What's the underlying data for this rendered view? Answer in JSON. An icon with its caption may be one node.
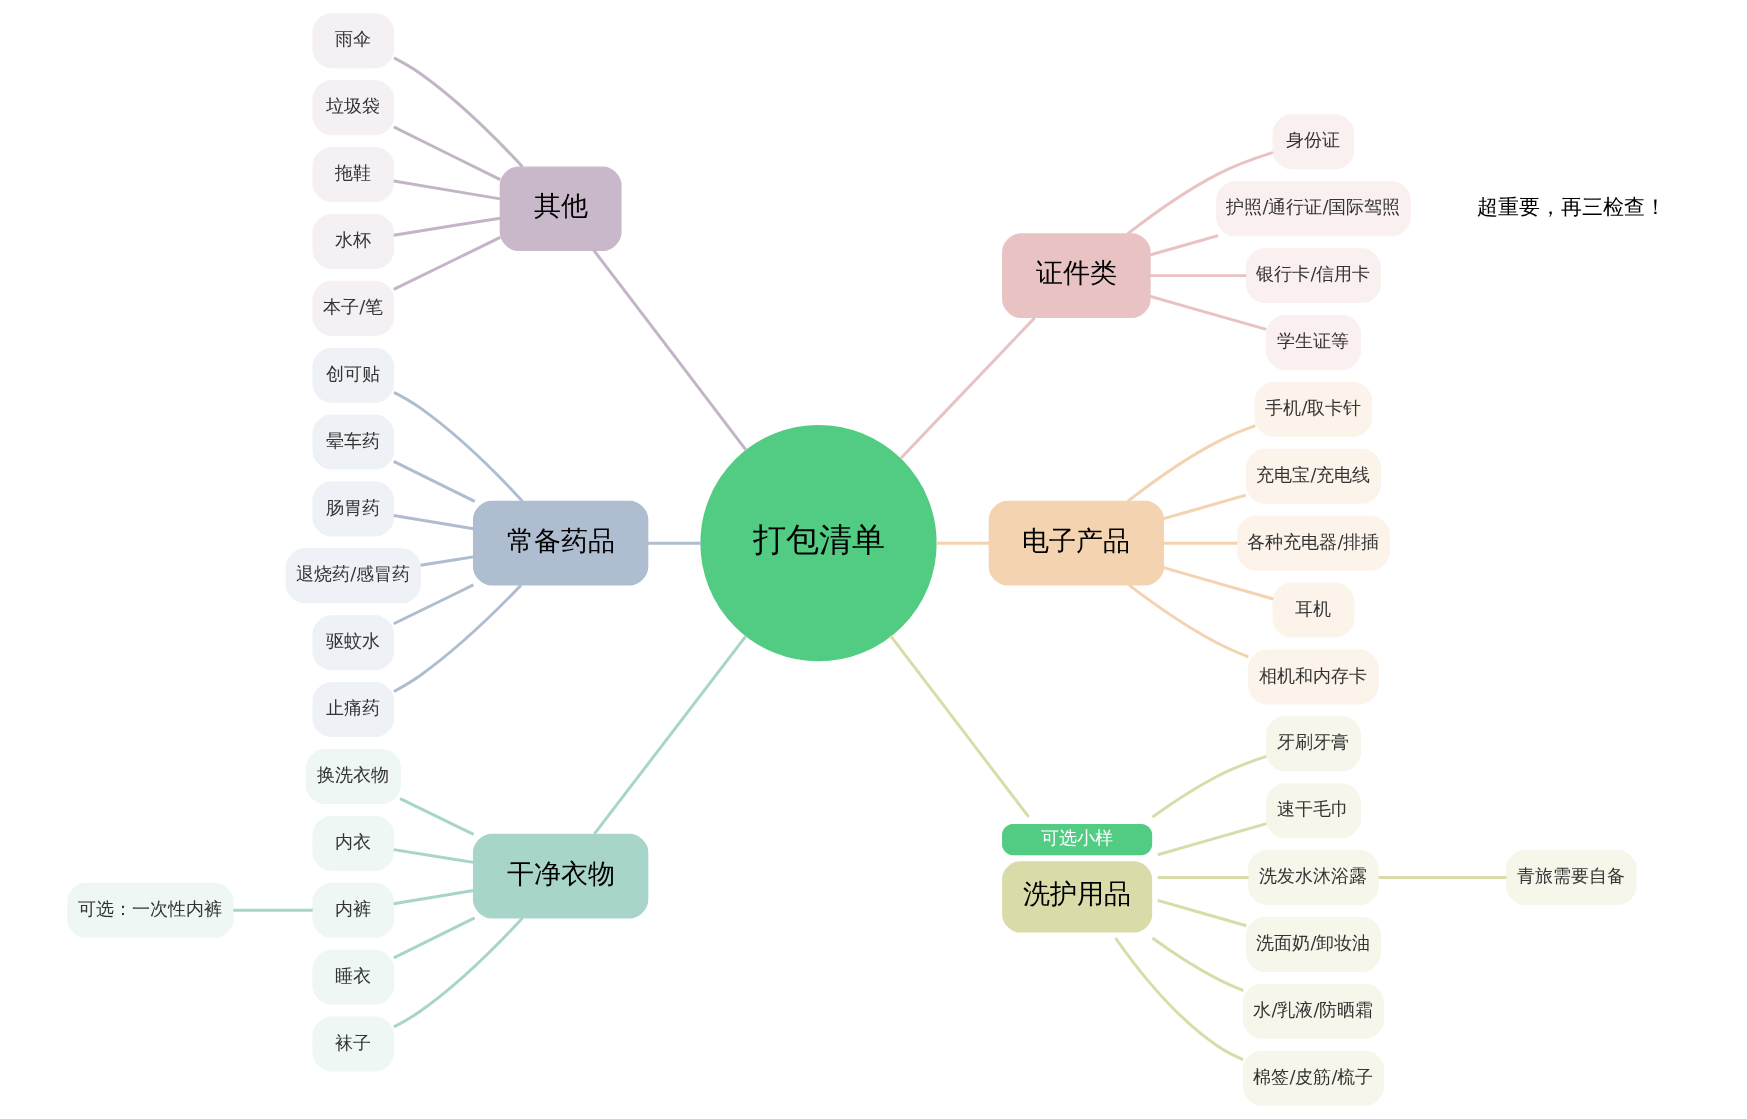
{
  "diagram": {
    "nodes": [
      {
        "text": [
          "打包清单"
        ]
      },
      {
        "text": [
          "其他"
        ]
      },
      {
        "text": [
          "雨伞"
        ]
      },
      {
        "text": [
          "垃圾袋"
        ]
      },
      {
        "text": [
          "拖鞋"
        ]
      },
      {
        "text": [
          "水杯"
        ]
      },
      {
        "text": [
          "本子/笔"
        ]
      },
      {
        "text": [
          "常备药品"
        ]
      },
      {
        "text": [
          "创可贴"
        ]
      },
      {
        "text": [
          "晕车药"
        ]
      },
      {
        "text": [
          "肠胃药"
        ]
      },
      {
        "text": [
          "退烧药/感冒药"
        ]
      },
      {
        "text": [
          "驱蚊水"
        ]
      },
      {
        "text": [
          "止痛药"
        ]
      },
      {
        "text": [
          "干净衣物"
        ]
      },
      {
        "text": [
          "换洗衣物"
        ]
      },
      {
        "text": [
          "内衣"
        ]
      },
      {
        "text": [
          "内裤"
        ]
      },
      {
        "text": [
          "可选：一次性内裤"
        ]
      },
      {
        "text": [
          "睡衣"
        ]
      },
      {
        "text": [
          "袜子"
        ]
      },
      {
        "text": [
          "证件类"
        ]
      },
      {
        "text": [
          "身份证"
        ]
      },
      {
        "text": [
          "护照/通行证/国际驾照"
        ]
      },
      {
        "text": [
          "银行卡/信用卡"
        ]
      },
      {
        "text": [
          "学生证等"
        ]
      },
      {
        "text": [
          "电子产品"
        ]
      },
      {
        "text": [
          "手机/取卡针"
        ]
      },
      {
        "text": [
          "充电宝/充电线"
        ]
      },
      {
        "text": [
          "各种充电器/排插"
        ]
      },
      {
        "text": [
          "耳机"
        ]
      },
      {
        "text": [
          "相机和内存卡"
        ]
      },
      {
        "text": [
          "洗护用品"
        ],
        "beside": [
          "可选小样"
        ]
      },
      {
        "text": [
          "牙刷牙膏"
        ]
      },
      {
        "text": [
          "速干毛巾"
        ]
      },
      {
        "text": [
          "洗发水沐浴露"
        ]
      },
      {
        "text": [
          "洗面奶/卸妆油"
        ]
      },
      {
        "text": [
          "水/乳液/防晒霜"
        ]
      },
      {
        "text": [
          "棉签/皮筋/梳子"
        ]
      },
      {
        "text": [
          "青旅需要自备"
        ]
      }
    ],
    "edges": [
      {
        "from": 0,
        "to": 1,
        "arrow": "none",
        "color": "#c4b4c8"
      },
      {
        "from": 1,
        "to": 2,
        "arrow": "none",
        "color": "#c4b4c8"
      },
      {
        "from": 1,
        "to": 3,
        "arrow": "none",
        "color": "#c4b4c8"
      },
      {
        "from": 1,
        "to": 4,
        "arrow": "none",
        "color": "#c4b4c8"
      },
      {
        "from": 1,
        "to": 5,
        "arrow": "none",
        "color": "#c4b4c8"
      },
      {
        "from": 1,
        "to": 6,
        "arrow": "none",
        "color": "#c4b4c8"
      },
      {
        "from": 0,
        "to": 7,
        "arrow": "none",
        "color": "#aebdd0"
      },
      {
        "from": 7,
        "to": 8,
        "arrow": "none",
        "color": "#aebdd0"
      },
      {
        "from": 7,
        "to": 9,
        "arrow": "none",
        "color": "#aebdd0"
      },
      {
        "from": 7,
        "to": 10,
        "arrow": "none",
        "color": "#aebdd0"
      },
      {
        "from": 7,
        "to": 11,
        "arrow": "none",
        "color": "#aebdd0"
      },
      {
        "from": 7,
        "to": 12,
        "arrow": "none",
        "color": "#aebdd0"
      },
      {
        "from": 7,
        "to": 13,
        "arrow": "none",
        "color": "#aebdd0"
      },
      {
        "from": 0,
        "to": 14,
        "arrow": "none",
        "color": "#a8d5c9"
      },
      {
        "from": 14,
        "to": 15,
        "arrow": "none",
        "color": "#a8d5c9"
      },
      {
        "from": 14,
        "to": 16,
        "arrow": "none",
        "color": "#a8d5c9"
      },
      {
        "from": 14,
        "to": 17,
        "arrow": "none",
        "color": "#a8d5c9"
      },
      {
        "from": 17,
        "to": 18,
        "arrow": "none",
        "color": "#a8d5c9"
      },
      {
        "from": 14,
        "to": 19,
        "arrow": "none",
        "color": "#a8d5c9"
      },
      {
        "from": 14,
        "to": 20,
        "arrow": "none",
        "color": "#a8d5c9"
      },
      {
        "from": 0,
        "to": 21,
        "arrow": "none",
        "color": "#e9c3c3"
      },
      {
        "from": 21,
        "to": 22,
        "arrow": "none",
        "color": "#e9c3c3"
      },
      {
        "from": 21,
        "to": 23,
        "arrow": "none",
        "color": "#e9c3c3"
      },
      {
        "from": 21,
        "to": 24,
        "arrow": "none",
        "color": "#e9c3c3"
      },
      {
        "from": 21,
        "to": 25,
        "arrow": "none",
        "color": "#e9c3c3"
      },
      {
        "from": 0,
        "to": 26,
        "arrow": "none",
        "color": "#f3d3b0"
      },
      {
        "from": 26,
        "to": 27,
        "arrow": "none",
        "color": "#f3d3b0"
      },
      {
        "from": 26,
        "to": 28,
        "arrow": "none",
        "color": "#f3d3b0"
      },
      {
        "from": 26,
        "to": 29,
        "arrow": "none",
        "color": "#f3d3b0"
      },
      {
        "from": 26,
        "to": 30,
        "arrow": "none",
        "color": "#f3d3b0"
      },
      {
        "from": 26,
        "to": 31,
        "arrow": "none",
        "color": "#f3d3b0"
      },
      {
        "from": 0,
        "to": 32,
        "arrow": "none",
        "color": "#d9dca8"
      },
      {
        "from": 32,
        "to": 33,
        "arrow": "none",
        "color": "#d9dca8"
      },
      {
        "from": 32,
        "to": 34,
        "arrow": "none",
        "color": "#d9dca8"
      },
      {
        "from": 32,
        "to": 35,
        "arrow": "none",
        "color": "#d9dca8"
      },
      {
        "from": 32,
        "to": 36,
        "arrow": "none",
        "color": "#d9dca8"
      },
      {
        "from": 32,
        "to": 37,
        "arrow": "none",
        "color": "#d9dca8"
      },
      {
        "from": 32,
        "to": 38,
        "arrow": "none",
        "color": "#d9dca8"
      },
      {
        "from": 35,
        "to": 39,
        "arrow": "none",
        "color": "#d9dca8"
      }
    ],
    "labels": [
      "超重要，再三检查！"
    ]
  }
}
